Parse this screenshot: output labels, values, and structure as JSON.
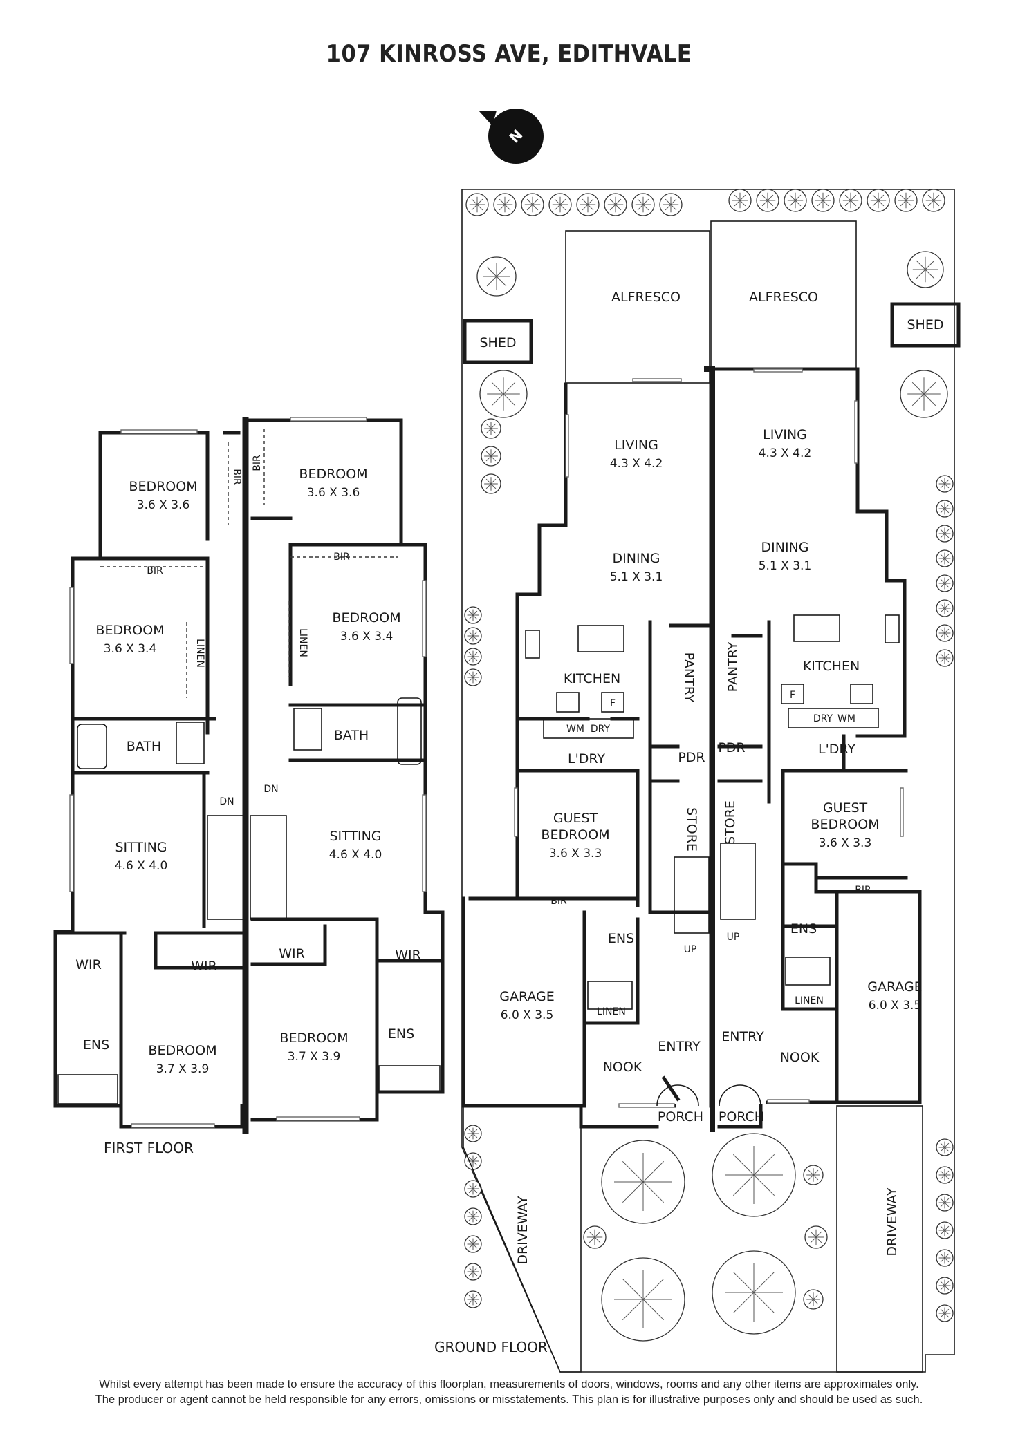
{
  "title": "107 KINROSS AVE, EDITHVALE",
  "compass": {
    "label": "N"
  },
  "floors": {
    "first": "FIRST FLOOR",
    "ground": "GROUND FLOOR"
  },
  "first_floor_left": {
    "bedroom1": {
      "name": "BEDROOM",
      "dim": "3.6 X 3.6"
    },
    "bir1": "BIR",
    "bir2": "BIR",
    "bedroom2": {
      "name": "BEDROOM",
      "dim": "3.6 X 3.4"
    },
    "linen": "LINEN",
    "bath": "BATH",
    "dn": "DN",
    "sitting": {
      "name": "SITTING",
      "dim": "4.6 X 4.0"
    },
    "wir1": "WIR",
    "wir2": "WIR",
    "ens": "ENS",
    "bedroom3": {
      "name": "BEDROOM",
      "dim": "3.7 X 3.9"
    }
  },
  "first_floor_right": {
    "bedroom1": {
      "name": "BEDROOM",
      "dim": "3.6 X 3.6"
    },
    "bir1": "BIR",
    "bir2": "BIR",
    "bedroom2": {
      "name": "BEDROOM",
      "dim": "3.6 X 3.4"
    },
    "linen": "LINEN",
    "bath": "BATH",
    "dn": "DN",
    "sitting": {
      "name": "SITTING",
      "dim": "4.6 X 4.0"
    },
    "wir1": "WIR",
    "wir2": "WIR",
    "ens": "ENS",
    "bedroom3": {
      "name": "BEDROOM",
      "dim": "3.7 X 3.9"
    }
  },
  "ground_left": {
    "shed": "SHED",
    "alfresco": "ALFRESCO",
    "living": {
      "name": "LIVING",
      "dim": "4.3 X 4.2"
    },
    "dining": {
      "name": "DINING",
      "dim": "5.1 X 3.1"
    },
    "kitchen": "KITCHEN",
    "fridge": "F",
    "wm": "WM",
    "dry": "DRY",
    "pantry": "PANTRY",
    "pdr": "PDR",
    "ldry": "L'DRY",
    "guest": {
      "name1": "GUEST",
      "name2": "BEDROOM",
      "dim": "3.6 X 3.3"
    },
    "bir": "BIR",
    "store": "STORE",
    "up": "UP",
    "ens": "ENS",
    "linen": "LINEN",
    "garage": {
      "name": "GARAGE",
      "dim": "6.0 X 3.5"
    },
    "nook": "NOOK",
    "entry": "ENTRY",
    "porch": "PORCH",
    "driveway": "DRIVEWAY"
  },
  "ground_right": {
    "shed": "SHED",
    "alfresco": "ALFRESCO",
    "living": {
      "name": "LIVING",
      "dim": "4.3 X 4.2"
    },
    "dining": {
      "name": "DINING",
      "dim": "5.1 X 3.1"
    },
    "kitchen": "KITCHEN",
    "fridge": "F",
    "wm": "WM",
    "dry": "DRY",
    "pantry": "PANTRY",
    "pdr": "PDR",
    "ldry": "L'DRY",
    "guest": {
      "name1": "GUEST",
      "name2": "BEDROOM",
      "dim": "3.6 X 3.3"
    },
    "bir": "BIR",
    "store": "STORE",
    "up": "UP",
    "ens": "ENS",
    "linen": "LINEN",
    "garage": {
      "name": "GARAGE",
      "dim": "6.0 X 3.5"
    },
    "nook": "NOOK",
    "entry": "ENTRY",
    "porch": "PORCH",
    "driveway": "DRIVEWAY"
  },
  "disclaimer": {
    "line1": "Whilst every attempt has been made to ensure the accuracy of this floorplan, measurements of doors, windows, rooms and any other items are approximates only.",
    "line2": "The producer or agent cannot be held responsible for any errors, omissions or misstatements. This plan is for illustrative purposes only and should be used as such."
  }
}
